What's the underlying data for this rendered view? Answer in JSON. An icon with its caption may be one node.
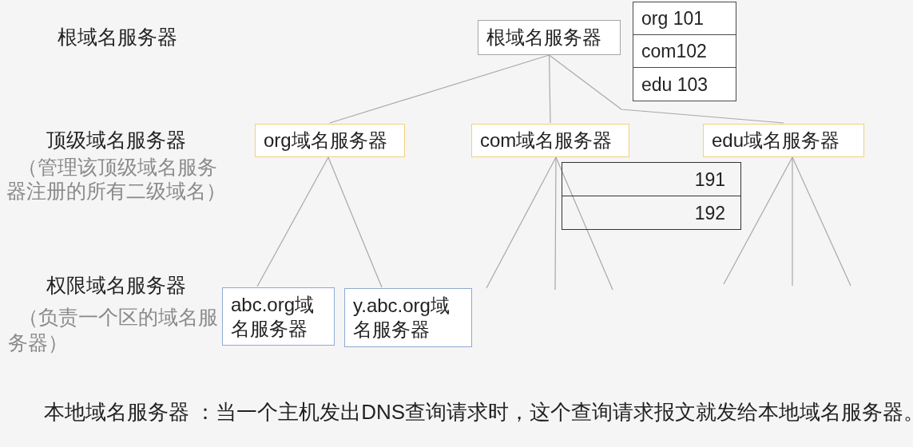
{
  "diagram": {
    "nodes": [
      {
        "text": [
          "根域名服务器"
        ]
      },
      {
        "text": [
          "org 101"
        ]
      },
      {
        "text": [
          "com102"
        ]
      },
      {
        "text": [
          "edu 103"
        ]
      },
      {
        "text": [
          "org域名服务器"
        ]
      },
      {
        "text": [
          "com域名服务器"
        ]
      },
      {
        "text": [
          "edu域名服务器"
        ]
      },
      {
        "text": [
          "191"
        ]
      },
      {
        "text": [
          "192"
        ]
      },
      {
        "text": [
          "abc.org域名服务器"
        ]
      },
      {
        "text": [
          "y.abc.org域名服务器"
        ]
      }
    ],
    "edges": [
      {
        "from": 0,
        "to": 4,
        "arrow": "none"
      },
      {
        "from": 0,
        "to": 5,
        "arrow": "none"
      },
      {
        "from": 0,
        "to": 6,
        "arrow": "none"
      },
      {
        "from": 4,
        "to": 9,
        "arrow": "none"
      },
      {
        "from": 4,
        "to": 10,
        "arrow": "none"
      },
      {
        "from": 5,
        "to": null,
        "arrow": "none"
      },
      {
        "from": 5,
        "to": null,
        "arrow": "none"
      },
      {
        "from": 5,
        "to": null,
        "arrow": "none"
      },
      {
        "from": 6,
        "to": null,
        "arrow": "none"
      },
      {
        "from": 6,
        "to": null,
        "arrow": "none"
      },
      {
        "from": 6,
        "to": null,
        "arrow": "none"
      }
    ],
    "labels": [
      "根域名服务器",
      "顶级域名服务器",
      "（管理该顶级域名服务器注册的所有二级域名）",
      "权限域名服务器",
      "（负责一个区的域名服务器）",
      "本地域名服务器 ：当一个主机发出DNS查询请求时，这个查询请求报文就发给本地域名服务器。"
    ]
  }
}
